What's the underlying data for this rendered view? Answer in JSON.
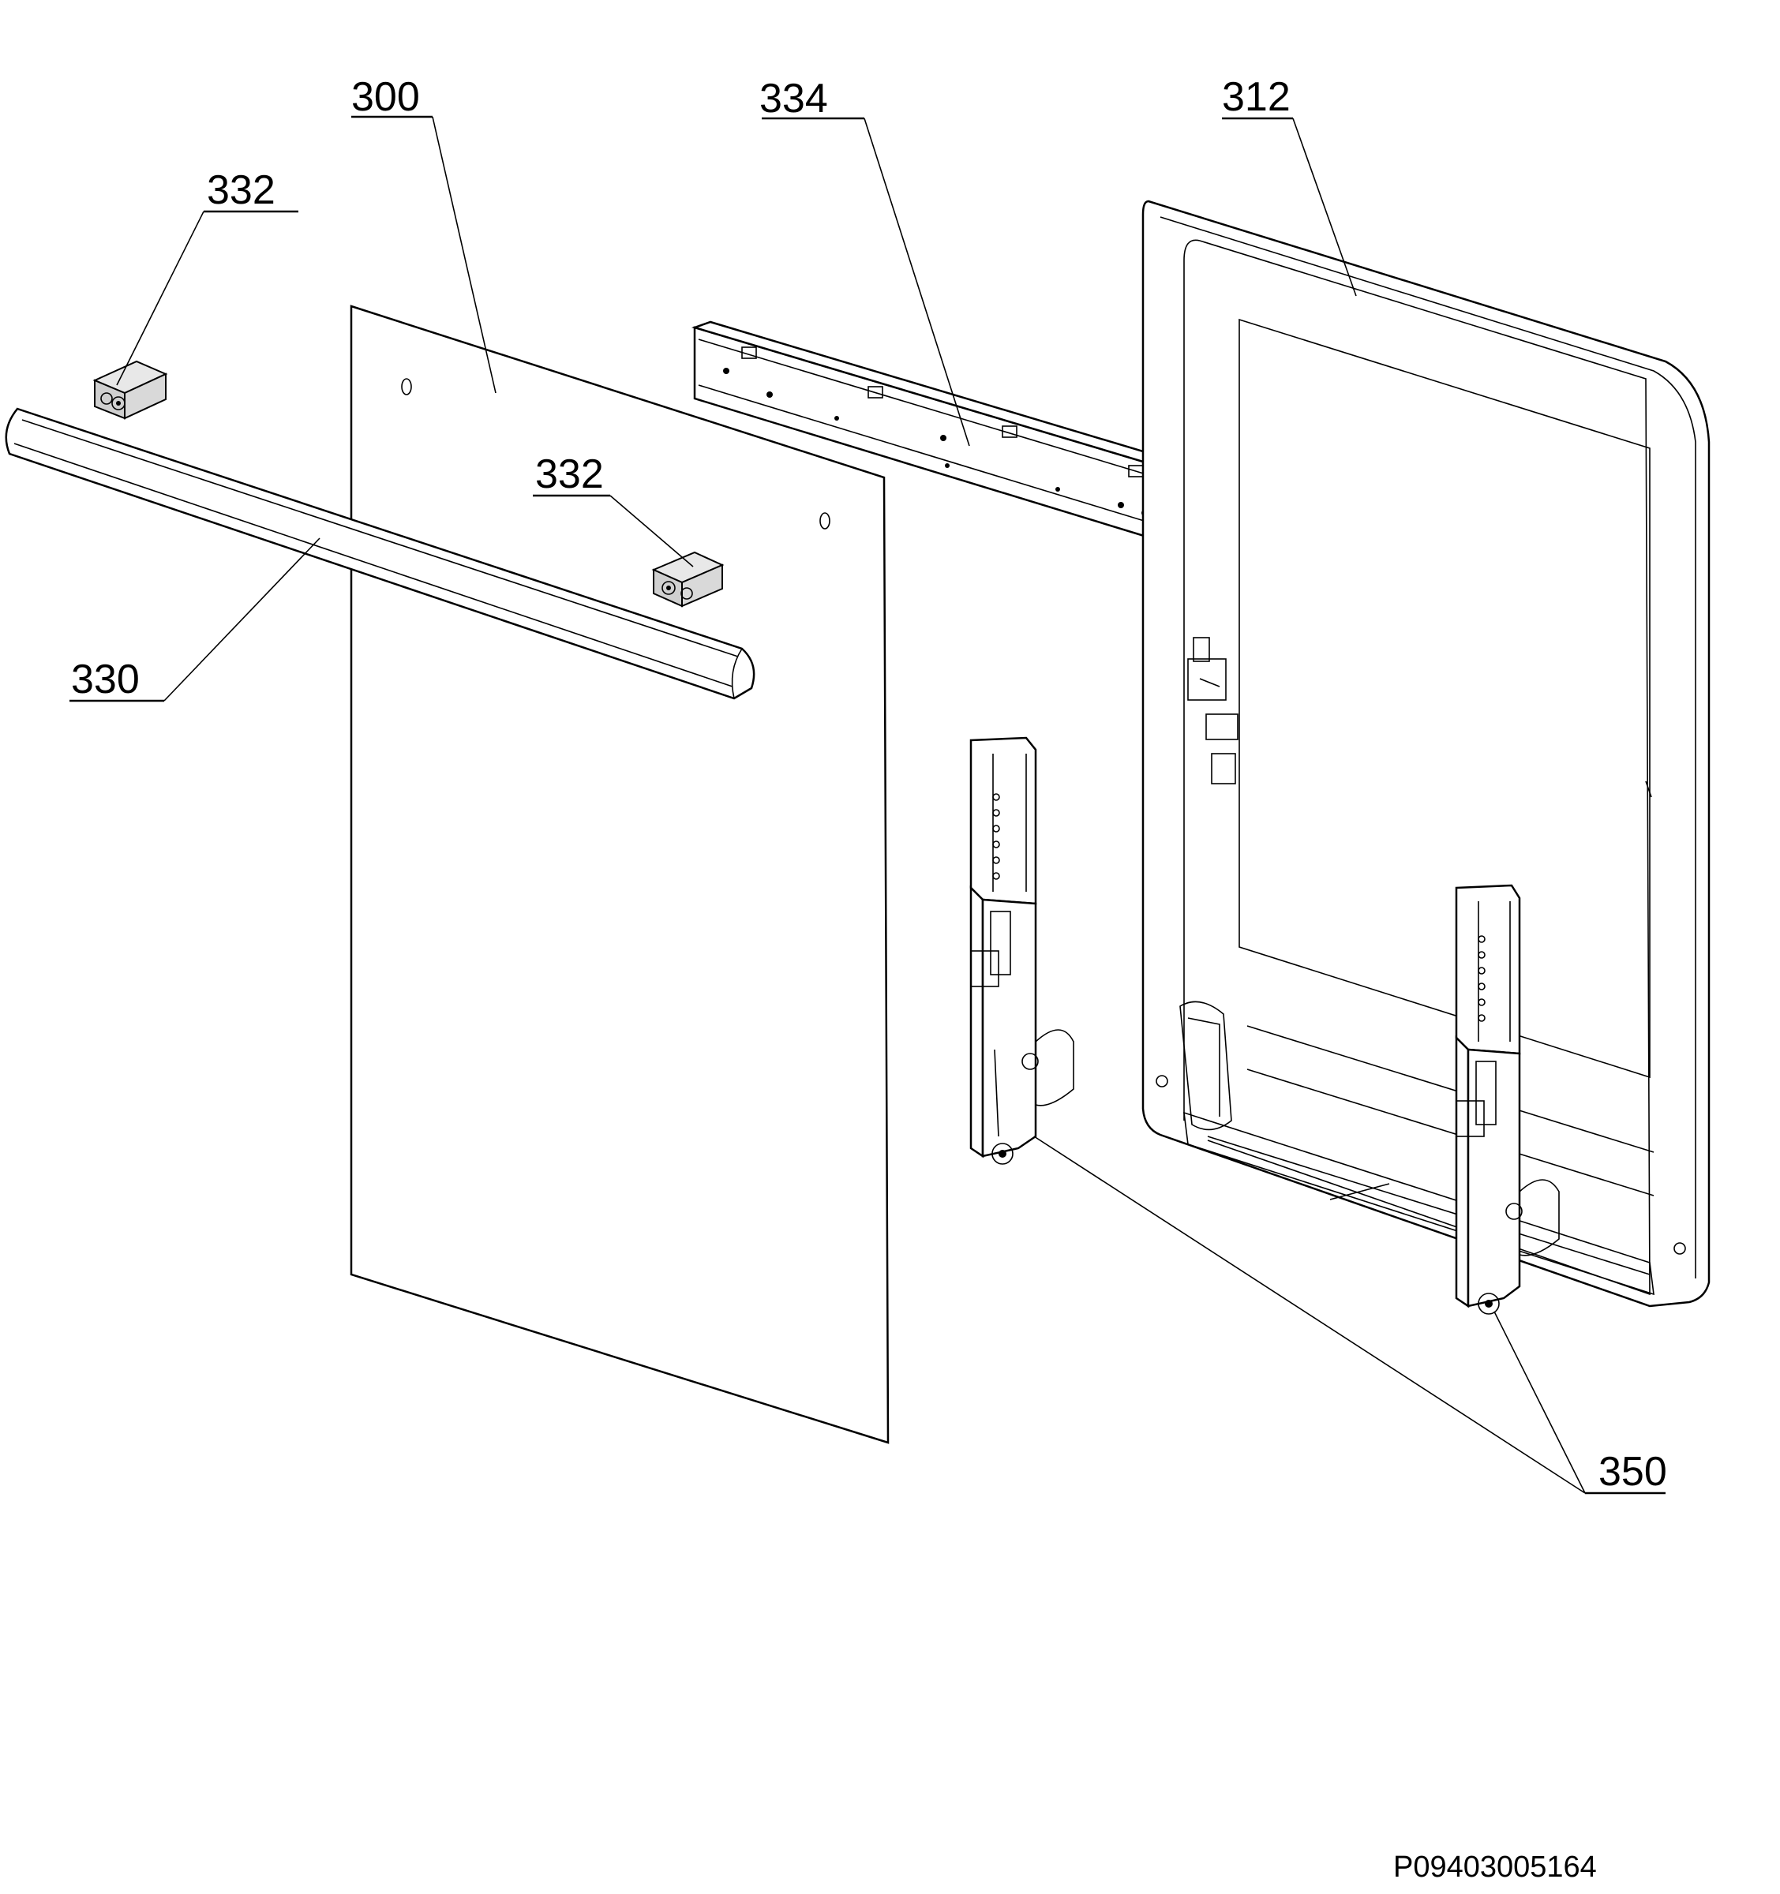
{
  "callouts": {
    "c300": "300",
    "c312": "312",
    "c330": "330",
    "c332a": "332",
    "c332b": "332",
    "c334": "334",
    "c350": "350"
  },
  "drawing_code": "P09403005164",
  "colors": {
    "line": "#000000",
    "background": "#ffffff",
    "block_fill": "#d9d9d9"
  }
}
